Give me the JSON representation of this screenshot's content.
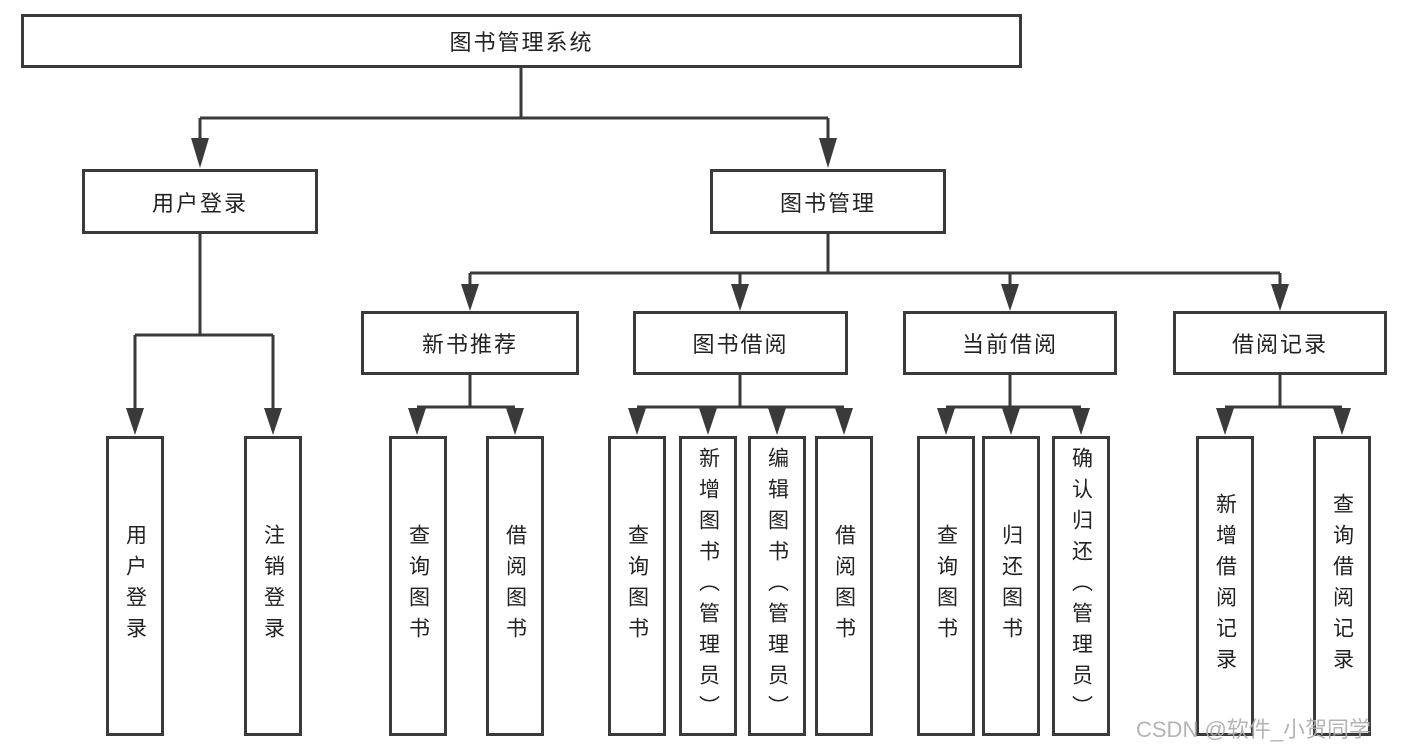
{
  "diagram": {
    "root": {
      "label": "图书管理系统"
    },
    "level2": [
      {
        "label": "用户登录"
      },
      {
        "label": "图书管理"
      }
    ],
    "level3": [
      {
        "label": "新书推荐"
      },
      {
        "label": "图书借阅"
      },
      {
        "label": "当前借阅"
      },
      {
        "label": "借阅记录"
      }
    ],
    "leaves": {
      "user_login": [
        "用户登录",
        "注销登录"
      ],
      "new_book": [
        "查询图书",
        "借阅图书"
      ],
      "book_borrow": [
        "查询图书",
        "新增图书（管理员）",
        "编辑图书（管理员）",
        "借阅图书"
      ],
      "current_borrow": [
        "查询图书",
        "归还图书",
        "确认归还（管理员）"
      ],
      "borrow_records": [
        "新增借阅记录",
        "查询借阅记录"
      ]
    },
    "colors": {
      "line": "#3a3a3a",
      "text": "#222222",
      "background": "#ffffff",
      "watermark": "#aeaeae"
    },
    "watermark": "CSDN @软件_小贺同学"
  }
}
